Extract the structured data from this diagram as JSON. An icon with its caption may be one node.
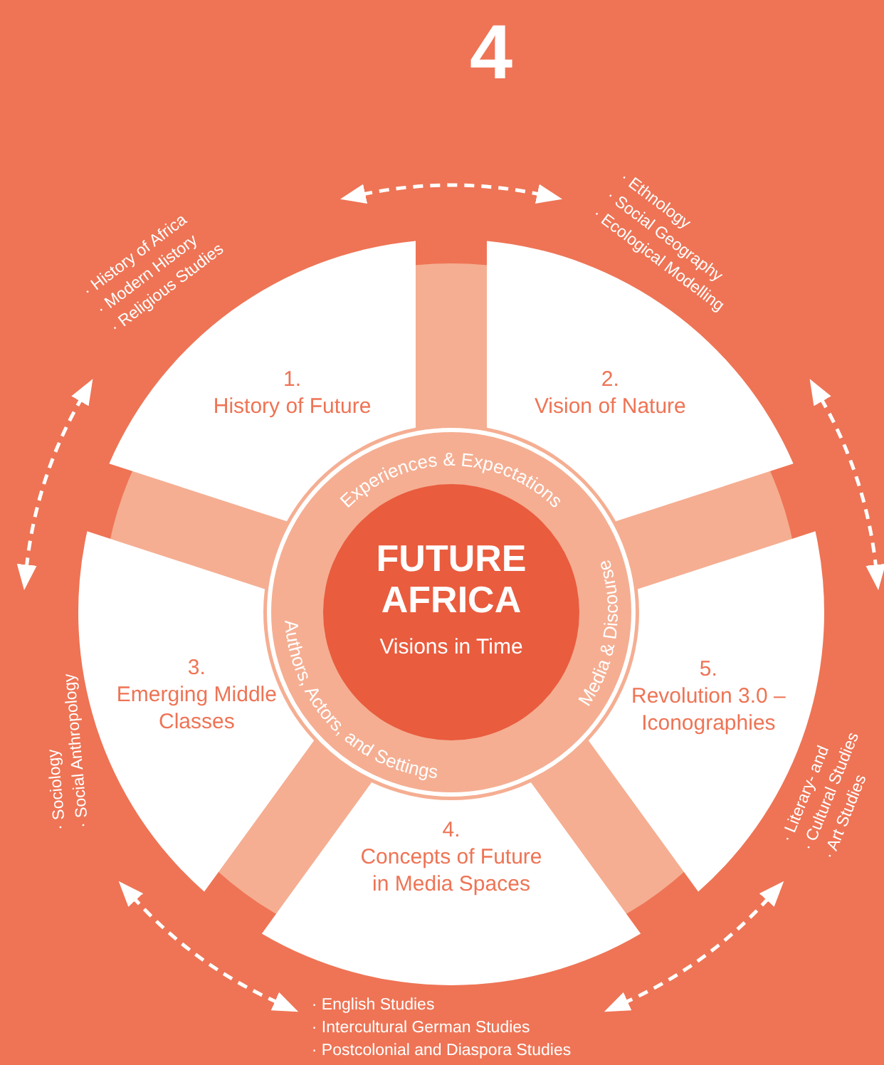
{
  "diagram": {
    "title": "4",
    "nodes": [
      {
        "text": [
          "Experiences & Expectations",
          "Authors, Actors, and Settings",
          "Media & Discourse"
        ]
      },
      {
        "text": [
          "FUTURE AFRICA",
          "Visions in Time"
        ],
        "in": 0
      },
      {
        "text": [
          "1. History of Future"
        ],
        "beside": [
          "· History of Africa",
          "· Modern History",
          "· Religious Studies"
        ]
      },
      {
        "text": [
          "2. Vision of Nature"
        ],
        "beside": [
          "· Ethnology",
          "· Social Geography",
          "· Ecological Modelling"
        ]
      },
      {
        "text": [
          "3. Emerging Middle Classes"
        ],
        "beside": [
          "· Sociology",
          "· Social Anthropology"
        ]
      },
      {
        "text": [
          "4. Concepts of Future in Media Spaces"
        ],
        "beside": [
          "· English Studies",
          "· Intercultural German Studies",
          "· Postcolonial and Diaspora Studies"
        ]
      },
      {
        "text": [
          "5. Revolution 3.0 – Iconographies"
        ],
        "beside": [
          "· Literary- and",
          "· Cultural Studies",
          "· Art Studies"
        ]
      }
    ],
    "edges": [
      {
        "from": 2,
        "to": 3,
        "arrow": "both",
        "style": "dashed"
      },
      {
        "from": 3,
        "to": 6,
        "arrow": "both",
        "style": "dashed"
      },
      {
        "from": 6,
        "to": 5,
        "arrow": "both",
        "style": "dashed"
      },
      {
        "from": 5,
        "to": 4,
        "arrow": "both",
        "style": "dashed"
      },
      {
        "from": 4,
        "to": 2,
        "arrow": "both",
        "style": "dashed"
      }
    ]
  }
}
